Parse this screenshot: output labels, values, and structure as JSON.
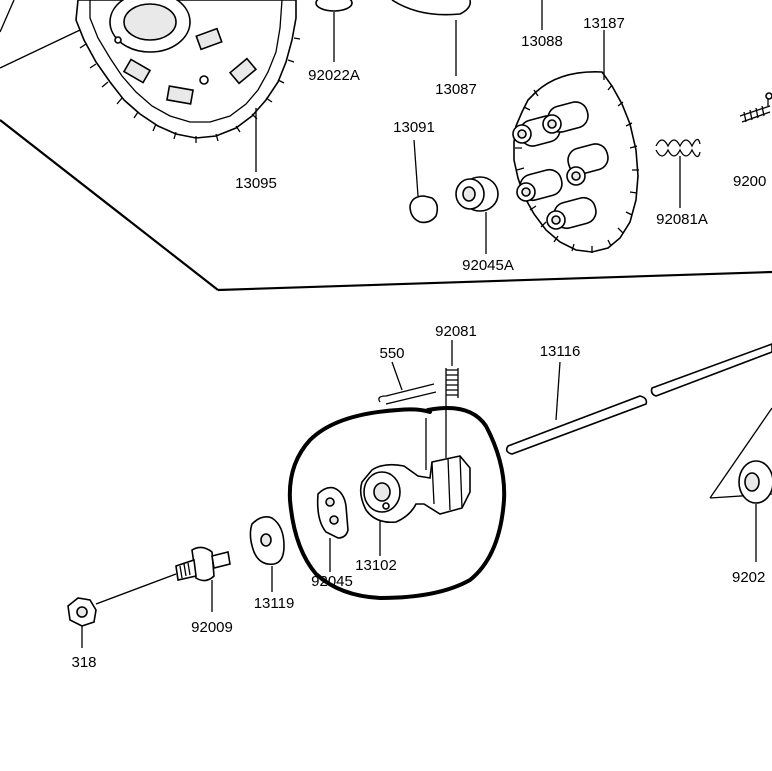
{
  "labels": {
    "p13088": "13088",
    "p13187": "13187",
    "p92022A": "92022A",
    "p13087": "13087",
    "p13095": "13095",
    "p13091": "13091",
    "p92045A": "92045A",
    "p92081A": "92081A",
    "p9200x": "9200",
    "p92081": "92081",
    "p550": "550",
    "p13116": "13116",
    "p13102": "13102",
    "p92045": "92045",
    "p13119": "13119",
    "p92009": "92009",
    "p318": "318",
    "p9202x": "9202"
  },
  "colors": {
    "ink": "#000000",
    "paper": "#ffffff",
    "highlight_ring": "#000000"
  }
}
